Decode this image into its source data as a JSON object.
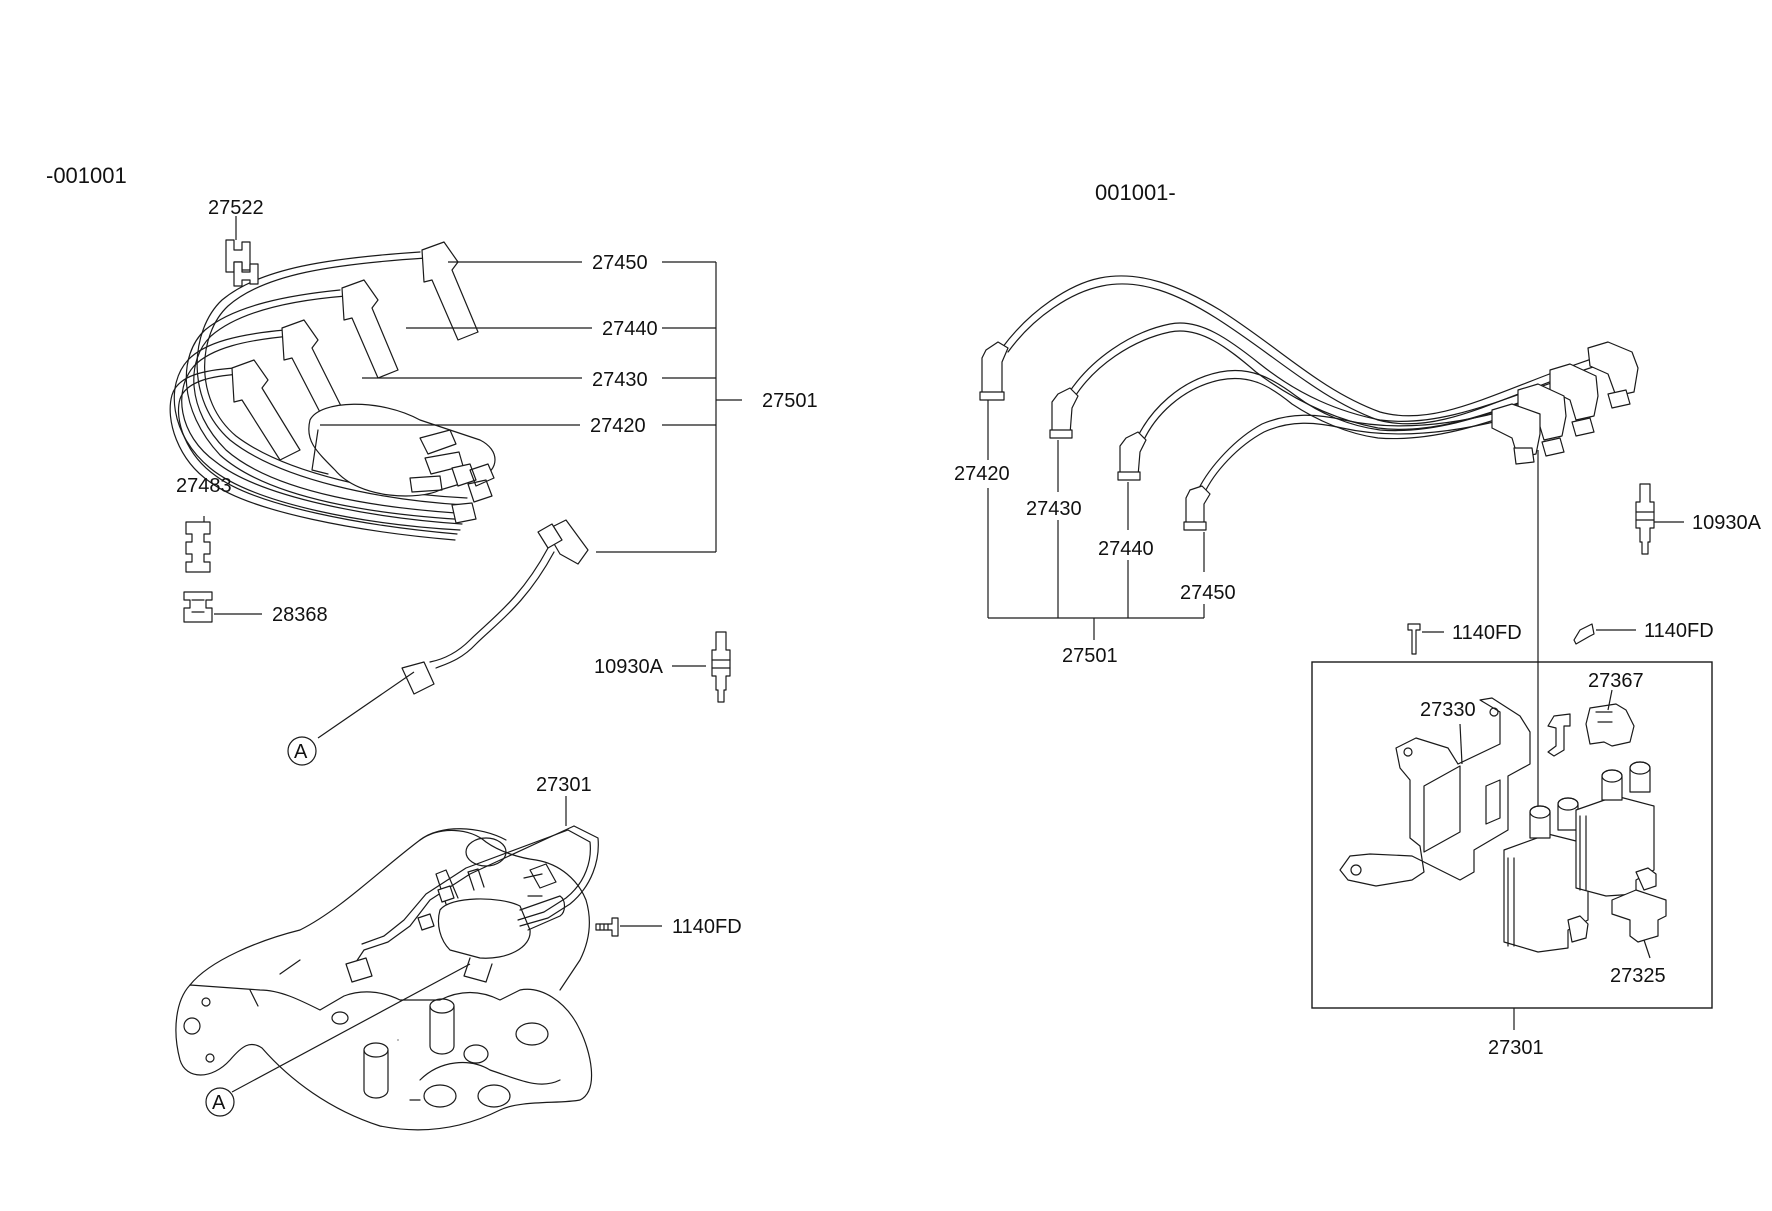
{
  "sections": {
    "left": "-001001",
    "right": "001001-"
  },
  "left_parts": {
    "p27522": "27522",
    "p27450": "27450",
    "p27440": "27440",
    "p27430": "27430",
    "p27420": "27420",
    "p27501": "27501",
    "p27483": "27483",
    "p28368": "28368",
    "p10930A": "10930A",
    "markerA": "A",
    "p27301": "27301",
    "p1140FD": "1140FD",
    "markerA2": "A"
  },
  "right_parts": {
    "p27420": "27420",
    "p27430": "27430",
    "p27440": "27440",
    "p27450": "27450",
    "p27501": "27501",
    "p10930A": "10930A",
    "p1140FD_a": "1140FD",
    "p1140FD_b": "1140FD",
    "p27367": "27367",
    "p27330": "27330",
    "p27325": "27325",
    "p27301": "27301"
  }
}
